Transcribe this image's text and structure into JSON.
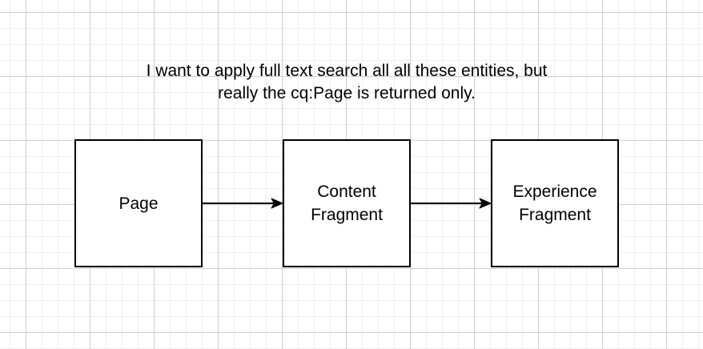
{
  "annotation": {
    "line1": "I want to apply full text search all all these entities, but",
    "line2": "really the cq:Page is returned only."
  },
  "nodes": [
    {
      "id": "page",
      "label": "Page"
    },
    {
      "id": "content-fragment",
      "label": "Content Fragment"
    },
    {
      "id": "experience-fragment",
      "label": "Experience Fragment"
    }
  ],
  "edges": [
    {
      "from": "page",
      "to": "content-fragment"
    },
    {
      "from": "content-fragment",
      "to": "experience-fragment"
    }
  ],
  "colors": {
    "canvas-bg": "#ffffff",
    "grid-minor": "#f0f0f0",
    "grid-major": "#d0d0d0",
    "shape-fill": "#ffffff",
    "shape-stroke": "#000000",
    "text": "#000000"
  }
}
